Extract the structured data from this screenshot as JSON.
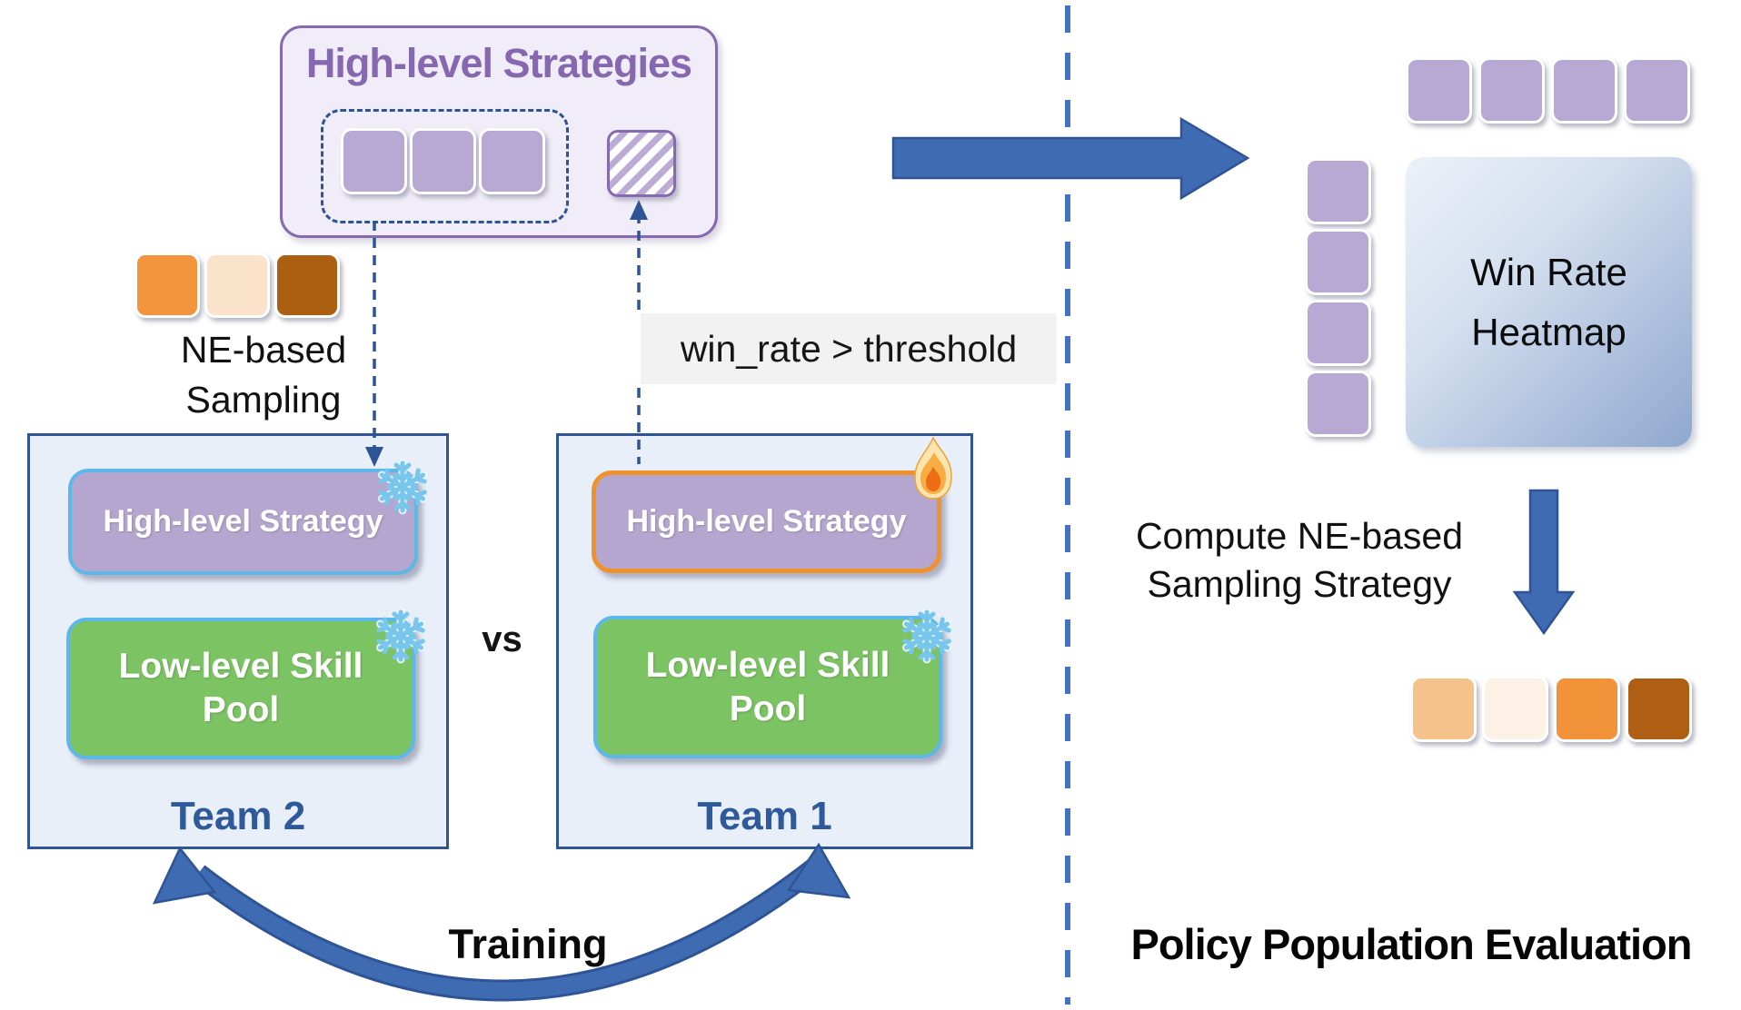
{
  "colors": {
    "accent_blue": "#3E6BB2",
    "dark_navy": "#2F5496",
    "separator_blue": "#4472C4",
    "purple_square": "#B7A9D4",
    "purple_fill": "#B5A6CF",
    "green_fill": "#7CC363",
    "cyan_border": "#5CB8E8",
    "orange_border": "#F0922B",
    "team_border": "#2E5596",
    "team_fill": "#E9EFF9",
    "label_gray_bg": "#F2F2F2"
  },
  "strategy_bank": {
    "title": "High-level Strategies",
    "squares": [
      "#B7A9D4",
      "#B7A9D4",
      "#B7A9D4"
    ],
    "new_strategy_style": "hatched-purple-stripes"
  },
  "ne_sampling_left": {
    "label_line1": "NE-based",
    "label_line2": "Sampling",
    "squares": [
      "#F2943B",
      "#FBE3CB",
      "#AC5F11"
    ]
  },
  "win_rate_condition": {
    "text": "win_rate > threshold"
  },
  "teams": {
    "team2": {
      "name": "Team 2",
      "high_level_label": "High-level Strategy",
      "low_level_label": "Low-level Skill Pool",
      "high_level_state": "frozen",
      "low_level_state": "frozen"
    },
    "team1": {
      "name": "Team 1",
      "high_level_label": "High-level Strategy",
      "low_level_label": "Low-level Skill Pool",
      "high_level_state": "training",
      "low_level_state": "frozen"
    }
  },
  "vs_label": "vs",
  "training_label": "Training",
  "heatmap": {
    "line1": "Win Rate",
    "line2": "Heatmap",
    "row_squares": [
      "#B7A9D4",
      "#B7A9D4",
      "#B7A9D4",
      "#B7A9D4"
    ],
    "col_squares": [
      "#B7A9D4",
      "#B7A9D4",
      "#B7A9D4",
      "#B7A9D4"
    ]
  },
  "compute_ne": {
    "line1": "Compute NE-based",
    "line2": "Sampling Strategy"
  },
  "ne_sampling_right": {
    "squares": [
      "#F6C28B",
      "#FDF1E5",
      "#F2933A",
      "#AE5F13"
    ]
  },
  "evaluation_title": "Policy Population Evaluation",
  "icons": {
    "snowflake": "frozen-parameters indicator",
    "flame": "actively-training indicator"
  }
}
